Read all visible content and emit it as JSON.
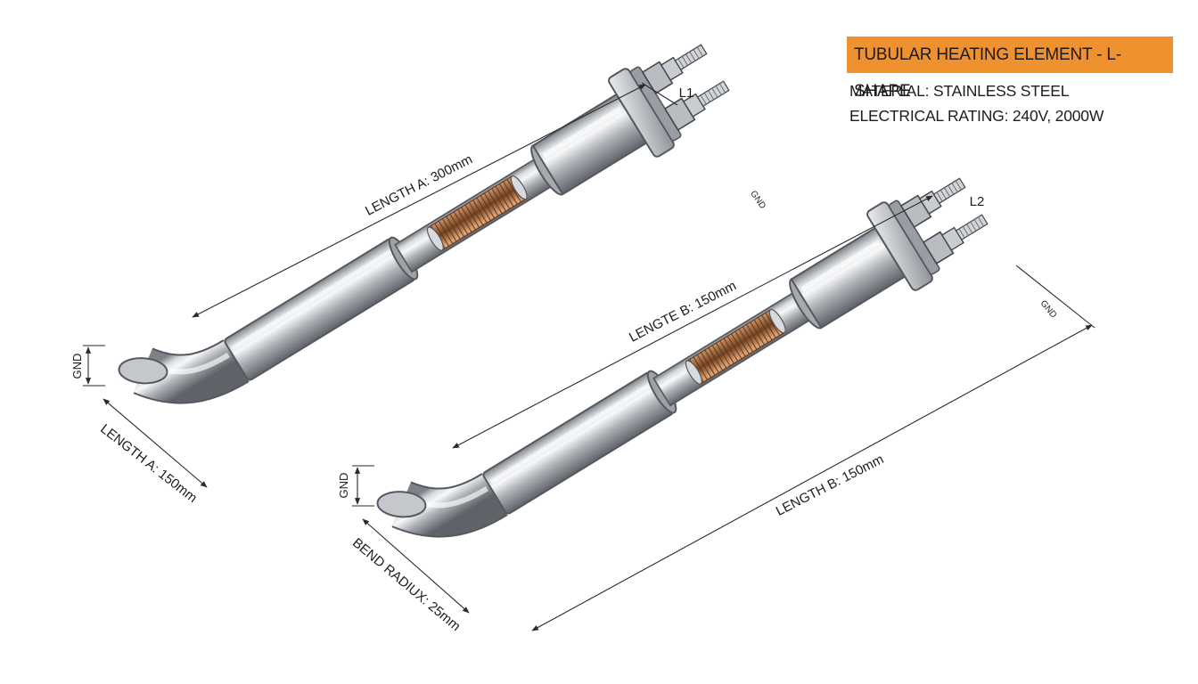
{
  "header": {
    "title": "TUBULAR HEATING ELEMENT - L-SHAPE",
    "material": "MATERIAL: STAINLESS STEEL",
    "rating": "ELECTRICAL RATING: 240V, 2000W"
  },
  "colors": {
    "accent": "#f0912f",
    "steel": "#b8bcc2",
    "coil": "#b87a4b"
  },
  "elements": [
    {
      "terminal": "L1",
      "ground": "GND",
      "length_label": "LENGTH A: 300mm",
      "leg_label": "LENGTH A: 150mm",
      "tip_label": "GND"
    },
    {
      "terminal": "L2",
      "ground": "GND",
      "length_label": "LENGTE B: 150mm",
      "overall_label": "LENGTH B: 150mm",
      "bend_label": "BEND RADIUX: 25mm",
      "tip_label": "GND"
    }
  ]
}
